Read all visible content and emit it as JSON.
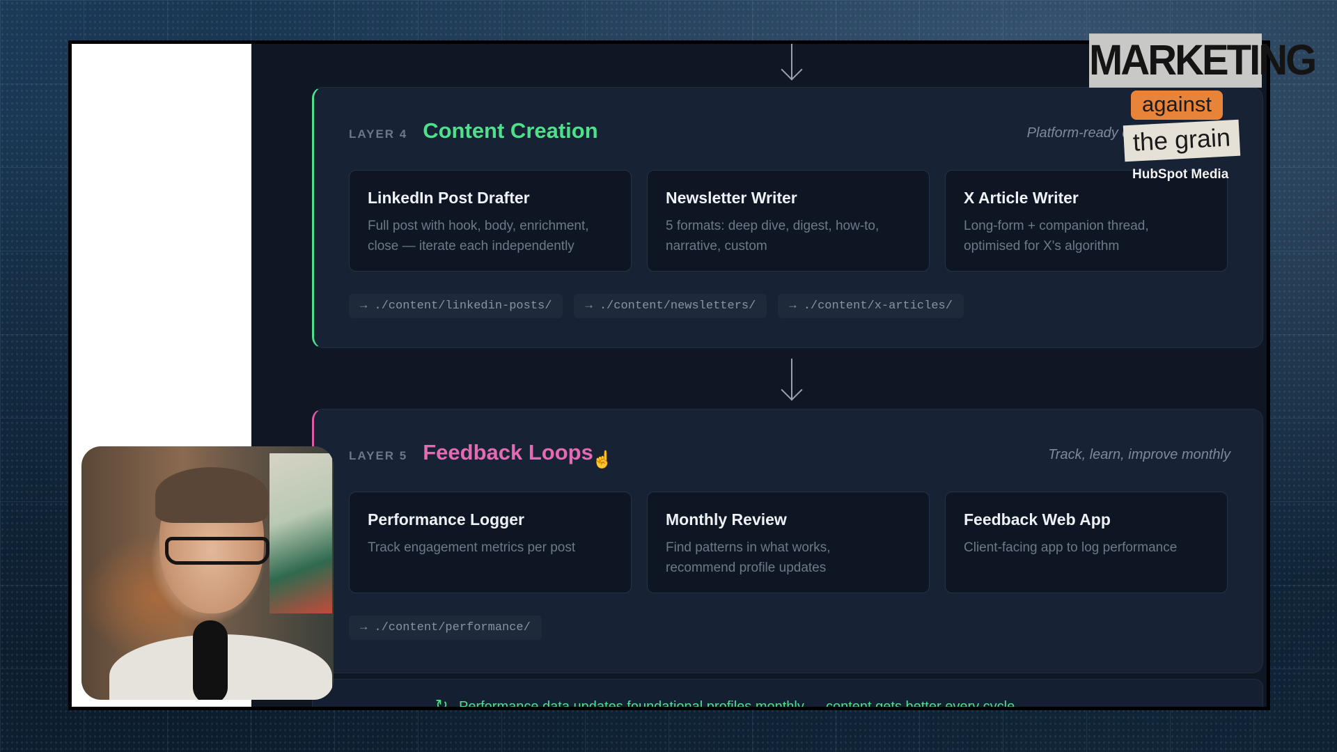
{
  "logo": {
    "marketing": "MARKETING",
    "against": "against",
    "the_grain": "the grain",
    "hubspot": "HubSpot Media"
  },
  "layers": [
    {
      "num": "LAYER 4",
      "title": "Content Creation",
      "subtitle": "Platform-ready drafts with design",
      "accent": "#4ee08a",
      "cards": [
        {
          "title": "LinkedIn Post Drafter",
          "desc_line1": "Full post with hook, body, enrichment,",
          "desc_line2": "close — iterate each independently"
        },
        {
          "title": "Newsletter Writer",
          "desc_line1": "5 formats: deep dive, digest, how-to,",
          "desc_line2": "narrative, custom"
        },
        {
          "title": "X Article Writer",
          "desc_line1": "Long-form + companion thread,",
          "desc_line2": "optimised for X's algorithm"
        }
      ],
      "paths": [
        "→ ./content/linkedin-posts/",
        "→ ./content/newsletters/",
        "→ ./content/x-articles/"
      ]
    },
    {
      "num": "LAYER 5",
      "title": "Feedback Loops",
      "subtitle": "Track, learn, improve monthly",
      "accent": "#e36ab3",
      "cards": [
        {
          "title": "Performance Logger",
          "desc_line1": "Track engagement metrics per post",
          "desc_line2": ""
        },
        {
          "title": "Monthly Review",
          "desc_line1": "Find patterns in what works,",
          "desc_line2": "recommend profile updates"
        },
        {
          "title": "Feedback Web App",
          "desc_line1": "Client-facing app to log performance",
          "desc_line2": ""
        }
      ],
      "paths": [
        "→ ./content/performance/"
      ]
    }
  ],
  "bottom_banner": {
    "icon": "↻",
    "text": "Performance data updates foundational profiles monthly — content gets better every cycle"
  },
  "colors": {
    "screen_bg": "#0f1724",
    "layer_bg": "#172334",
    "green": "#4ee08a",
    "pink": "#e36ab3"
  }
}
